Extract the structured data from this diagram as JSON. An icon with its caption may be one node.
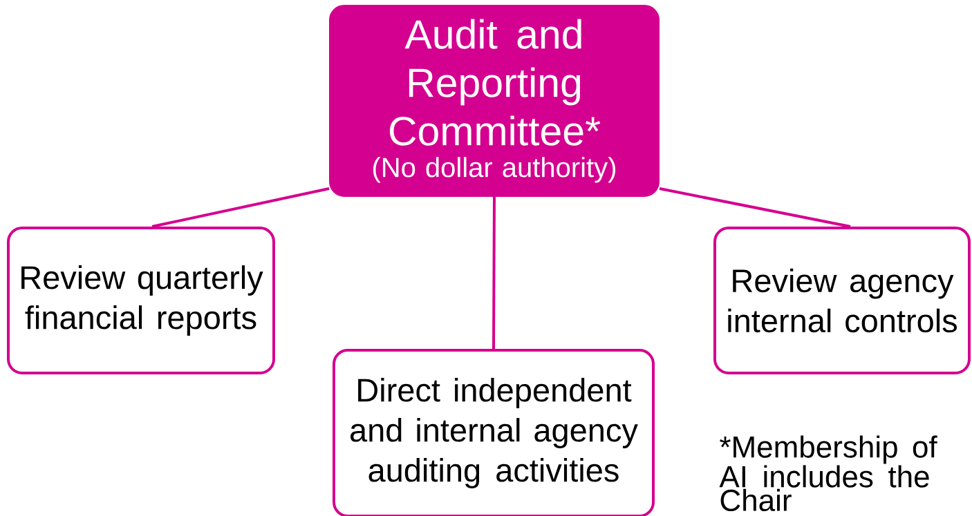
{
  "diagram": {
    "nodes": [
      {
        "text": [
          "Audit and Reporting Committee*",
          "(No dollar authority)"
        ]
      },
      {
        "text": [
          "Review quarterly financial reports"
        ]
      },
      {
        "text": [
          "Direct independent and internal agency auditing activities"
        ]
      },
      {
        "text": [
          "Review agency internal controls"
        ]
      }
    ],
    "edges": [
      {
        "from": 0,
        "to": 1,
        "arrow": "none"
      },
      {
        "from": 0,
        "to": 2,
        "arrow": "none"
      },
      {
        "from": 0,
        "to": 3,
        "arrow": "none"
      }
    ],
    "labels": [
      "*Membership of AI includes the Chair"
    ]
  }
}
